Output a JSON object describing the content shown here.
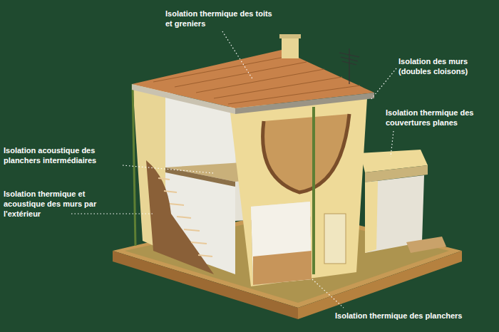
{
  "diagram": {
    "labels": [
      "Isolation thermique des toits et greniers",
      "Isolation des murs (doubles cloisons)",
      "Isolation thermique des couvertures planes",
      "Isolation acoustique des planchers intermédiaires",
      "Isolation thermique et acoustique des murs par l'extérieur",
      "Isolation thermique des planchers"
    ]
  }
}
